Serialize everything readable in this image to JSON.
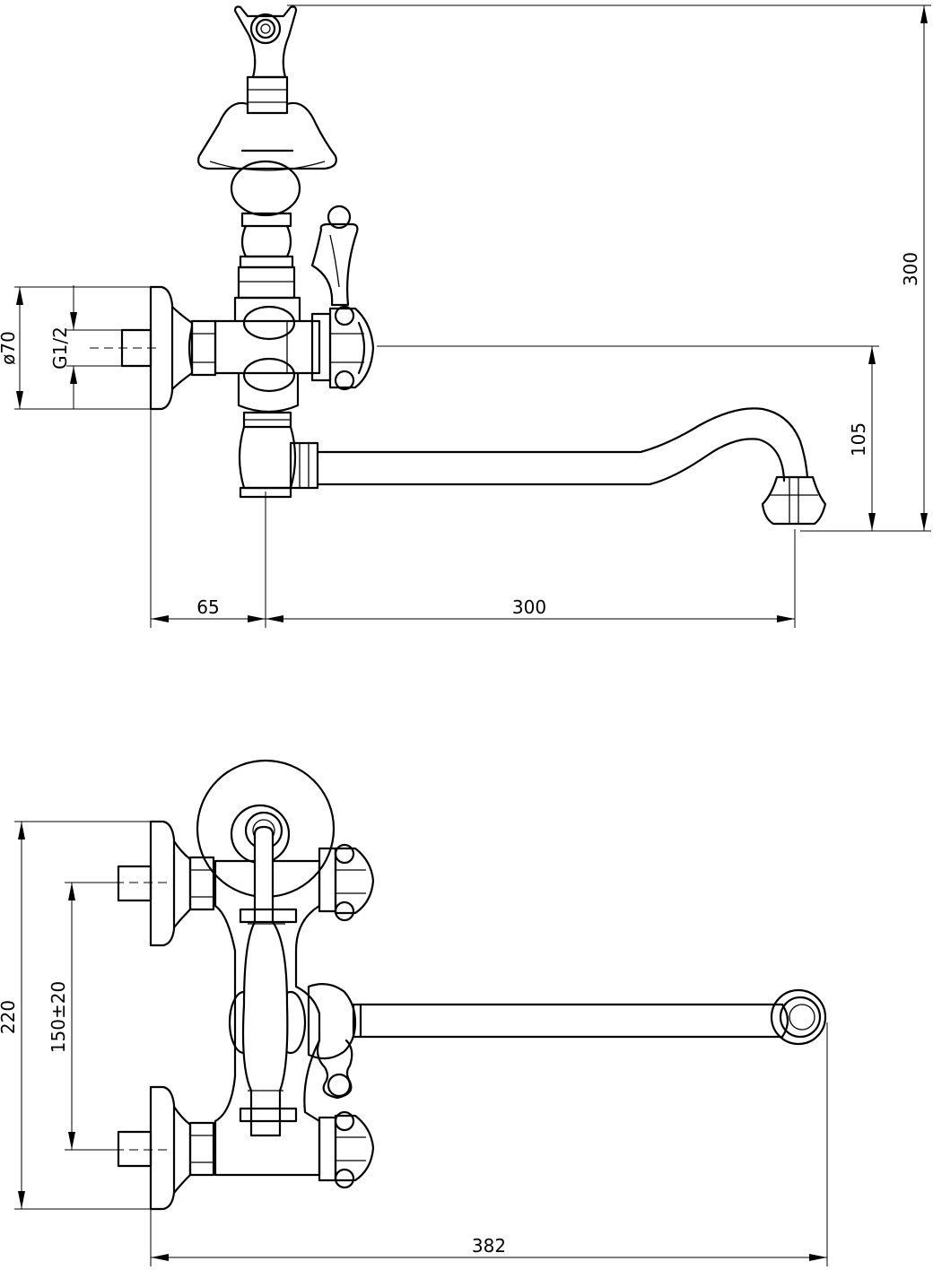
{
  "side_view": {
    "dims": {
      "height_total": "300",
      "spout_height": "105",
      "flange_diameter": "ø70",
      "thread": "G1/2",
      "wall_offset": "65",
      "spout_reach": "300"
    }
  },
  "top_view": {
    "dims": {
      "overall_length": "382",
      "depth": "220",
      "inlet_spacing": "150±20"
    }
  }
}
